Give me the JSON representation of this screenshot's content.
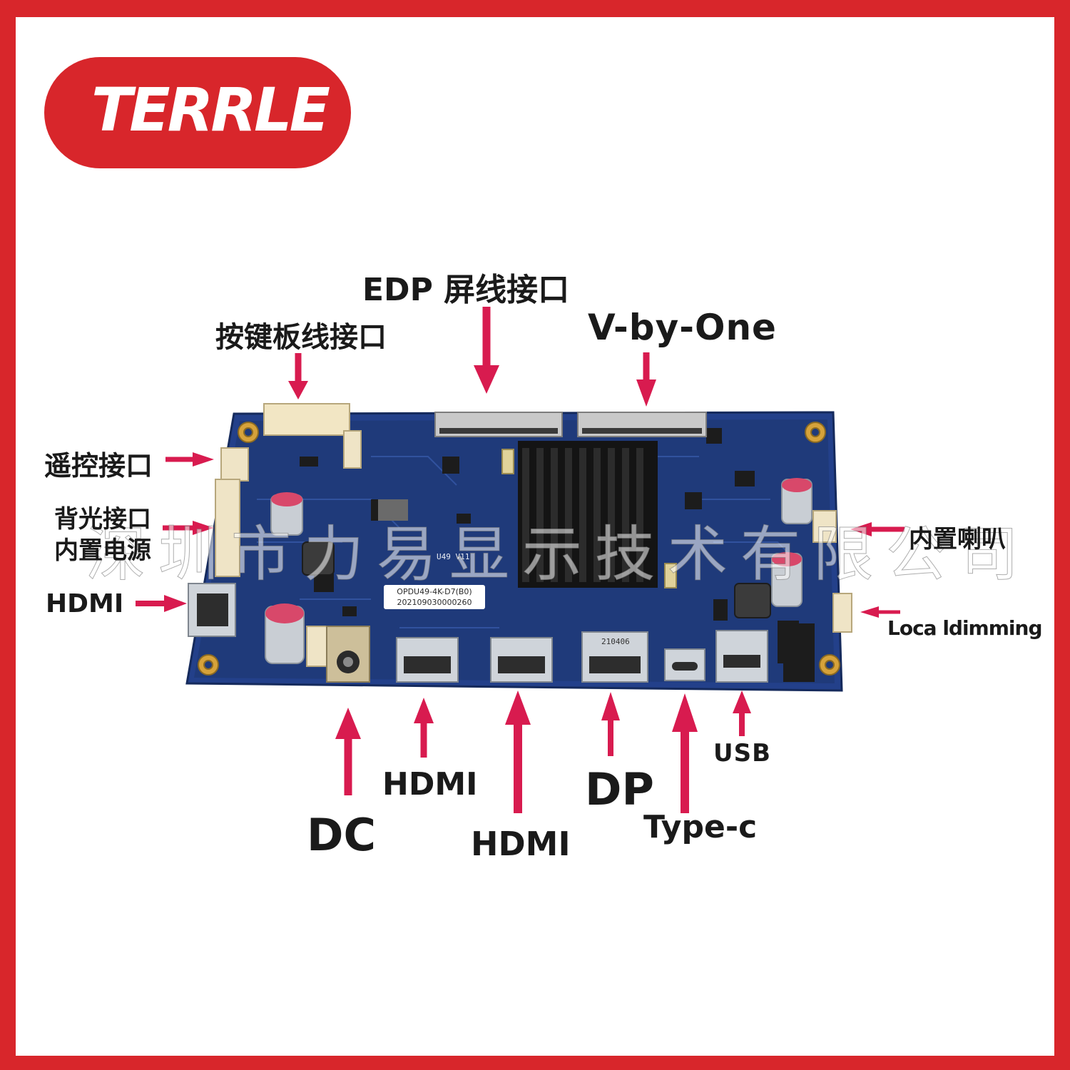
{
  "brand": {
    "logo_text": "TERRLE",
    "accent_color": "#d8262b"
  },
  "board": {
    "model_label": "OPDU49-4K-D7(B0)",
    "serial_label": "202109030000260",
    "version_label": "U49 V11",
    "port_stamp": "210406",
    "board_color": "#1f3a7a"
  },
  "watermark": "深圳市力易显示技术有限公司",
  "labels": {
    "edp": "EDP 屏线接口",
    "vbyone": "V-by-One",
    "keypad": "按键板线接口",
    "remote": "遥控接口",
    "backlight": "背光接口",
    "power": "内置电源",
    "hdmi_left": "HDMI",
    "speaker": "内置喇叭",
    "local_dimming": "Loca ldimming",
    "dc": "DC",
    "hdmi_1": "HDMI",
    "hdmi_2": "HDMI",
    "dp": "DP",
    "type_c": "Type-c",
    "usb": "USB"
  },
  "arrow_color": "#d81b4f"
}
